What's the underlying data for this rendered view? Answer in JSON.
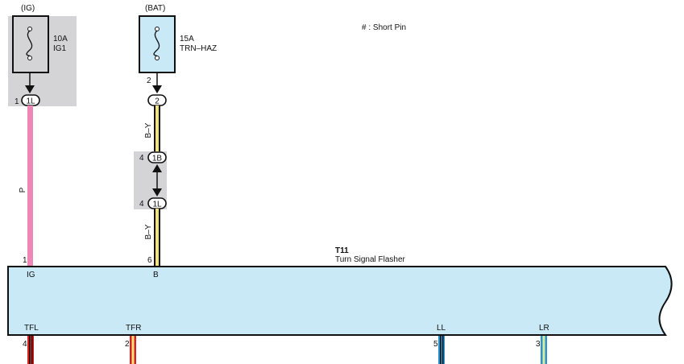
{
  "note": "# : Short Pin",
  "fuses": [
    {
      "source": "(IG)",
      "rating": "10A",
      "name": "IG1",
      "pin": "",
      "connector": "1L",
      "connector_pin": "1"
    },
    {
      "source": "(BAT)",
      "rating": "15A",
      "name": "TRN–HAZ",
      "pin": "2",
      "connector": "2",
      "connector_pin": ""
    }
  ],
  "wires": {
    "ig_color": "P",
    "bat_color_upper": "B–Y",
    "bat_color_lower": "B–Y"
  },
  "connectors": {
    "upper": {
      "id": "1B",
      "pin": "4"
    },
    "lower": {
      "id": "1L",
      "pin": "4"
    }
  },
  "component": {
    "code": "T11",
    "name": "Turn Signal Flasher",
    "inputs": [
      {
        "pin": "1",
        "label": "IG"
      },
      {
        "pin": "6",
        "label": "B"
      }
    ],
    "outputs": [
      {
        "pin": "4",
        "label": "TFL"
      },
      {
        "pin": "2",
        "label": "TFR"
      },
      {
        "pin": "5",
        "label": "LL"
      },
      {
        "pin": "3",
        "label": "LR"
      }
    ]
  },
  "colors": {
    "fuse_fill": "#c9e9f7",
    "component_fill": "#c9e9f7",
    "shade": "#d4d4d6",
    "wire_pink": "#ef86b8",
    "wire_yellow": "#f4e27a",
    "wire_red": "#d92020",
    "wire_blue": "#2a93cf",
    "wire_ltgreen": "#d6ec9a"
  }
}
